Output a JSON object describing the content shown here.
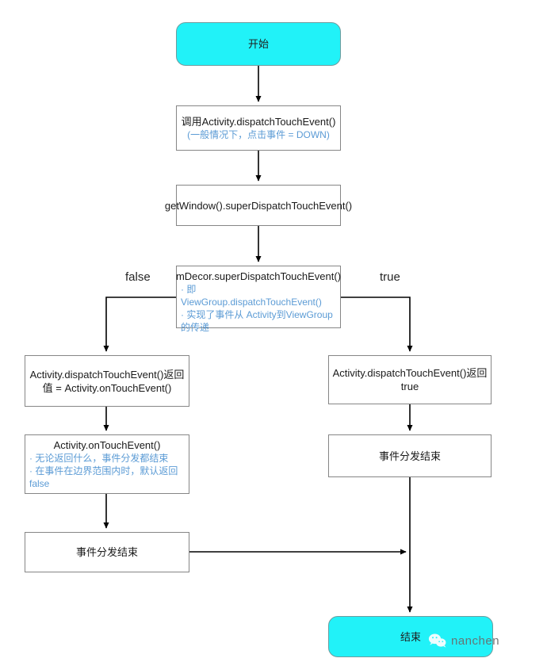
{
  "diagram": {
    "title": "Android Activity dispatchTouchEvent flow",
    "colors": {
      "terminal_fill": "#21f2f8",
      "terminal_border": "#6f9c9e",
      "process_border": "#868686",
      "process_fill": "#ffffff",
      "note_blue": "#5b9bd5",
      "text_black": "#1a1a1a",
      "edge": "#000000",
      "watermark_gray": "#6b6b6b"
    },
    "nodes": [
      {
        "id": "start",
        "type": "terminal",
        "title": "开始",
        "bullets": [],
        "subnote": ""
      },
      {
        "id": "call-dispatch",
        "type": "process",
        "title": "调用Activity.dispatchTouchEvent()",
        "bullets": [],
        "subnote": "(一般情况下，点击事件 = DOWN)"
      },
      {
        "id": "get-window",
        "type": "process",
        "title": "getWindow().superDispatchTouchEvent()",
        "bullets": [],
        "subnote": ""
      },
      {
        "id": "mdecor",
        "type": "process",
        "title": "mDecor.superDispatchTouchEvent()",
        "bullets": [
          "· 即 ViewGroup.dispatchTouchEvent()",
          "· 实现了事件从 Activity到ViewGroup 的传递"
        ],
        "subnote": ""
      },
      {
        "id": "return-ontouch",
        "type": "process",
        "title": "Activity.dispatchTouchEvent()返回值 = Activity.onTouchEvent()",
        "bullets": [],
        "subnote": ""
      },
      {
        "id": "on-touch-event",
        "type": "process",
        "title": "Activity.onTouchEvent()",
        "bullets": [
          "· 无论返回什么，事件分发都结束",
          "· 在事件在边界范围内时，默认返回false"
        ],
        "subnote": ""
      },
      {
        "id": "end-dispatch-left",
        "type": "process",
        "title": "事件分发结束",
        "bullets": [],
        "subnote": ""
      },
      {
        "id": "return-true",
        "type": "process",
        "title": "Activity.dispatchTouchEvent()返回true",
        "bullets": [],
        "subnote": ""
      },
      {
        "id": "end-dispatch-right",
        "type": "process",
        "title": "事件分发结束",
        "bullets": [],
        "subnote": ""
      },
      {
        "id": "end",
        "type": "terminal",
        "title": "结束",
        "bullets": [],
        "subnote": ""
      }
    ],
    "branch_labels": {
      "false": "false",
      "true": "true"
    },
    "watermark": {
      "icon": "wechat-icon",
      "text": "nanchen"
    }
  }
}
